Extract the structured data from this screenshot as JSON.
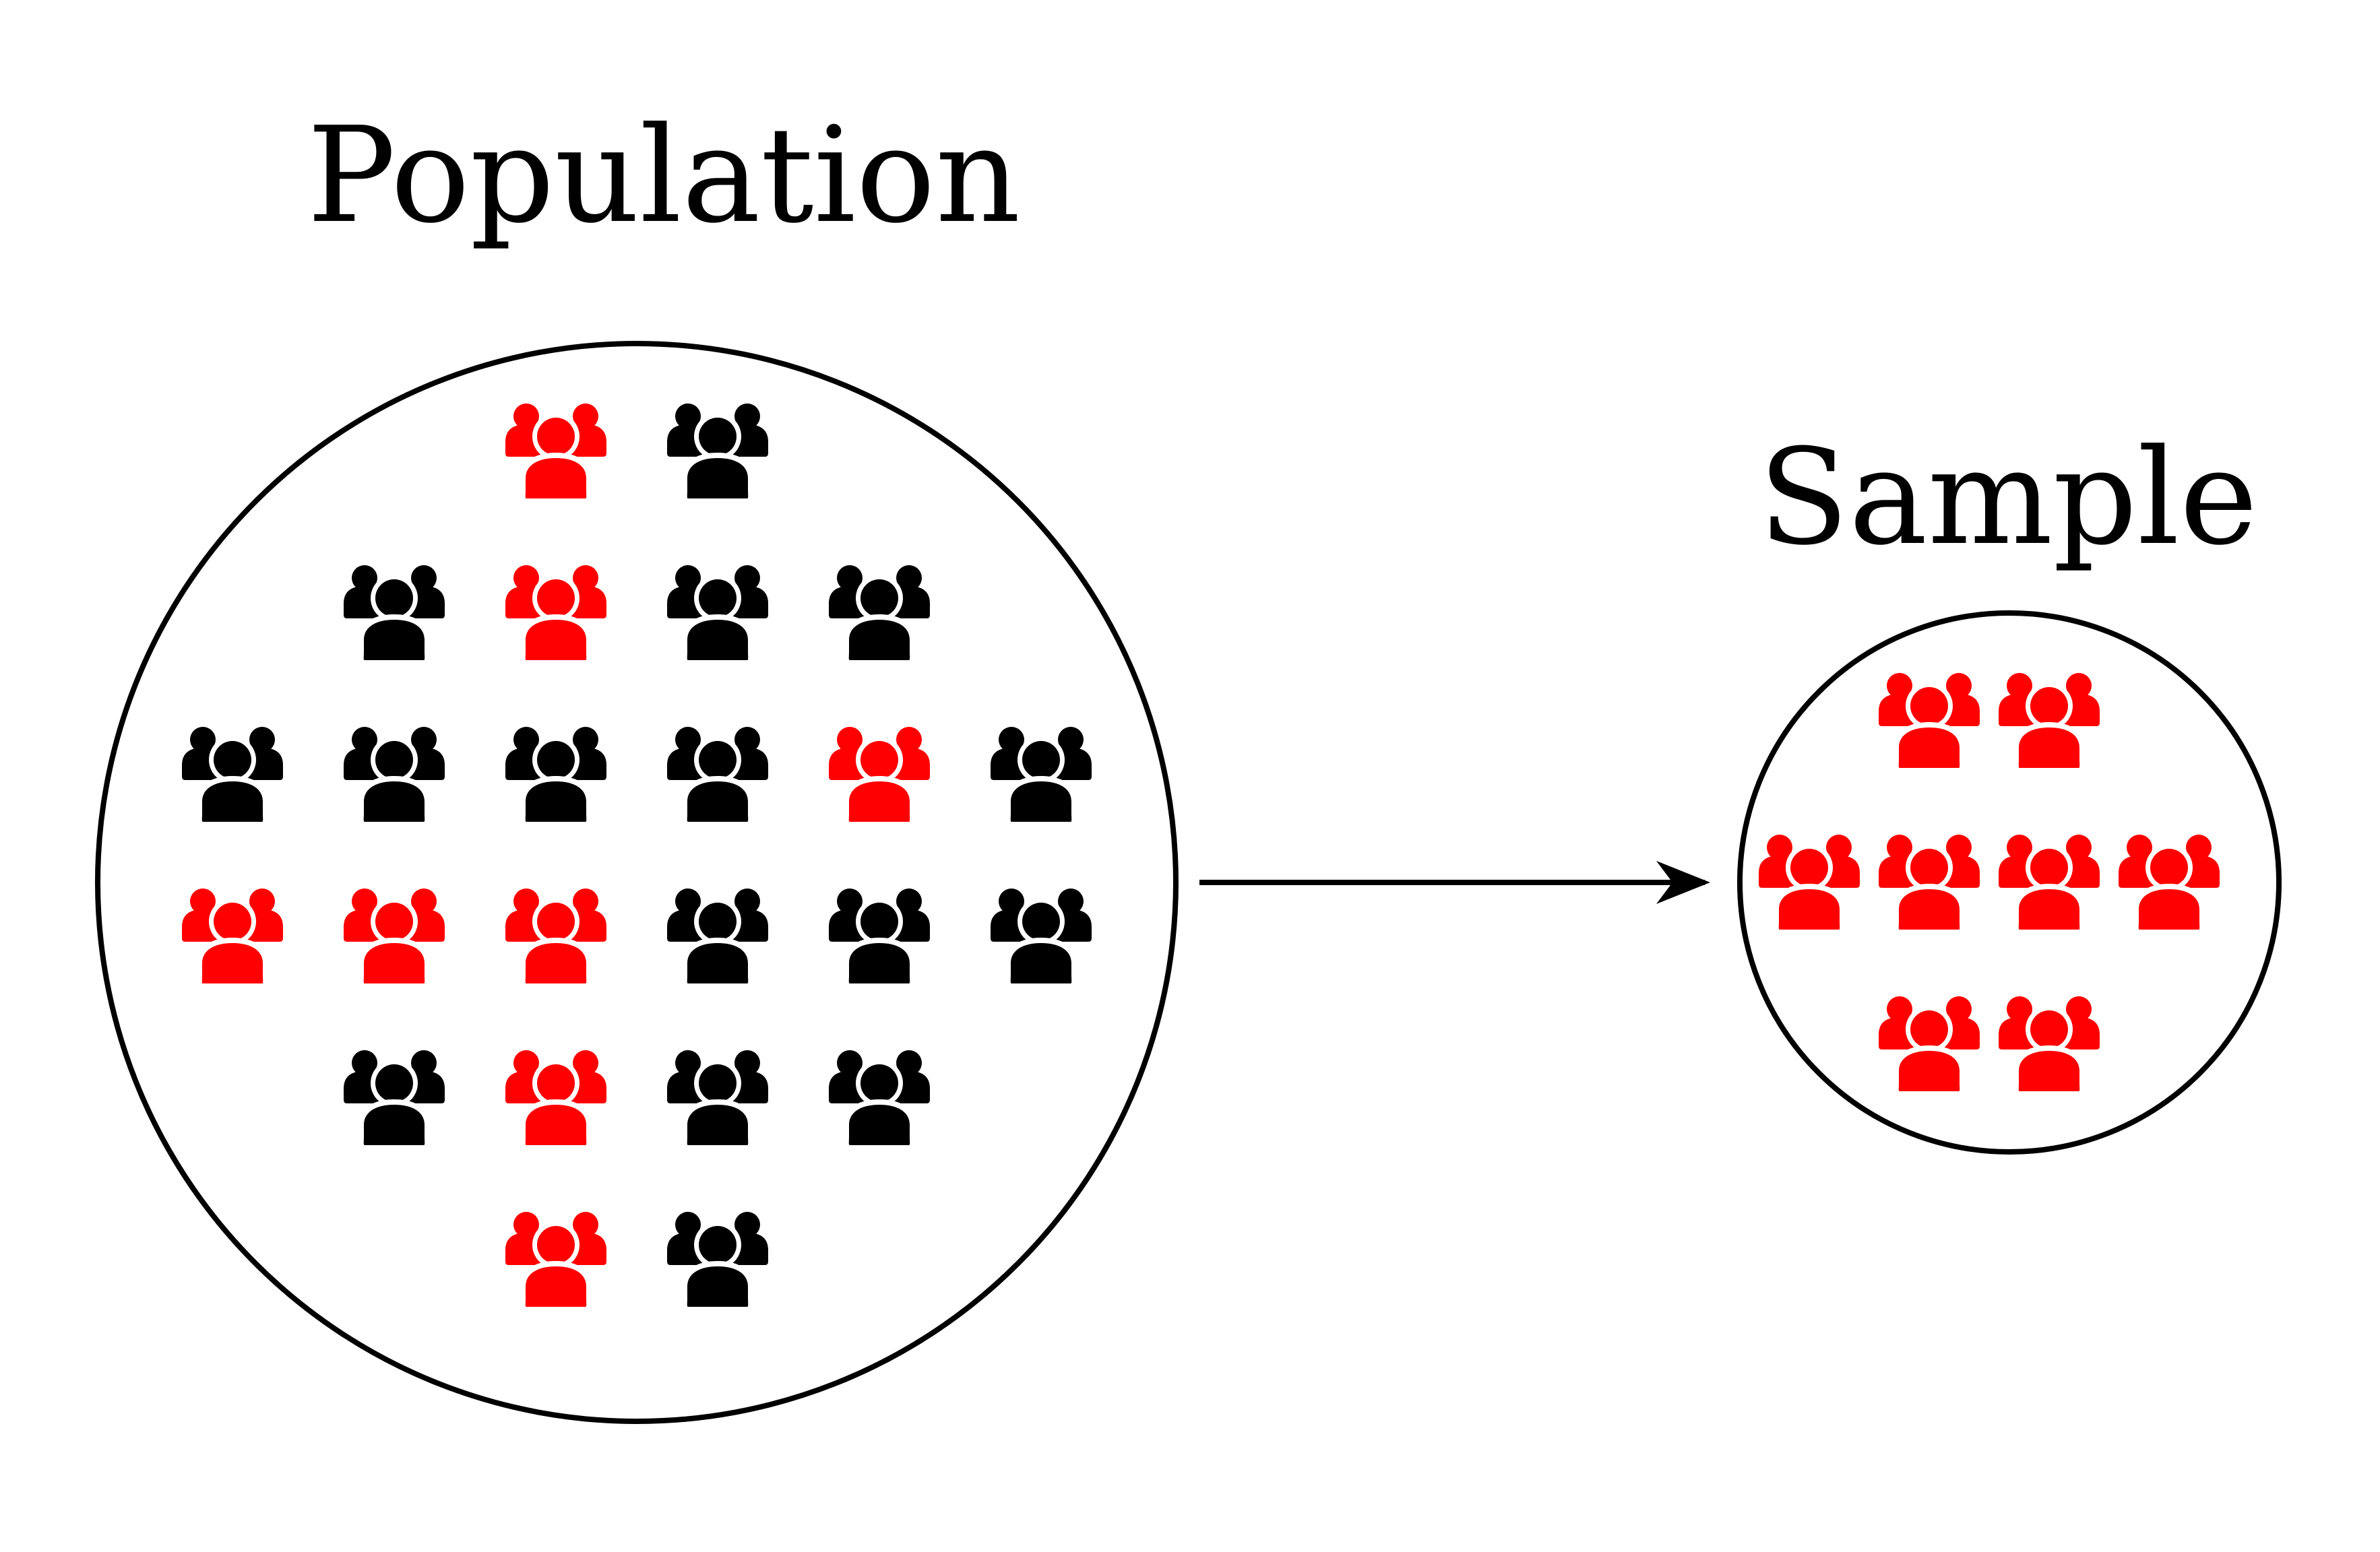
{
  "population": {
    "title": "Population",
    "groups": [
      {
        "row": 1,
        "column": 3,
        "color": "red"
      },
      {
        "row": 1,
        "column": 4,
        "color": "black"
      },
      {
        "row": 2,
        "column": 2,
        "color": "black"
      },
      {
        "row": 2,
        "column": 3,
        "color": "red"
      },
      {
        "row": 2,
        "column": 4,
        "color": "black"
      },
      {
        "row": 2,
        "column": 5,
        "color": "black"
      },
      {
        "row": 3,
        "column": 1,
        "color": "black"
      },
      {
        "row": 3,
        "column": 2,
        "color": "black"
      },
      {
        "row": 3,
        "column": 3,
        "color": "black"
      },
      {
        "row": 3,
        "column": 4,
        "color": "black"
      },
      {
        "row": 3,
        "column": 5,
        "color": "red"
      },
      {
        "row": 3,
        "column": 6,
        "color": "black"
      },
      {
        "row": 4,
        "column": 1,
        "color": "red"
      },
      {
        "row": 4,
        "column": 2,
        "color": "red"
      },
      {
        "row": 4,
        "column": 3,
        "color": "red"
      },
      {
        "row": 4,
        "column": 4,
        "color": "black"
      },
      {
        "row": 4,
        "column": 5,
        "color": "black"
      },
      {
        "row": 4,
        "column": 6,
        "color": "black"
      },
      {
        "row": 5,
        "column": 2,
        "color": "black"
      },
      {
        "row": 5,
        "column": 3,
        "color": "red"
      },
      {
        "row": 5,
        "column": 4,
        "color": "black"
      },
      {
        "row": 5,
        "column": 5,
        "color": "black"
      },
      {
        "row": 6,
        "column": 3,
        "color": "red"
      },
      {
        "row": 6,
        "column": 4,
        "color": "black"
      }
    ]
  },
  "sample": {
    "title": "Sample",
    "groups": [
      {
        "row": 1,
        "column": 2,
        "color": "red"
      },
      {
        "row": 1,
        "column": 3,
        "color": "red"
      },
      {
        "row": 2,
        "column": 1,
        "color": "red"
      },
      {
        "row": 2,
        "column": 2,
        "color": "red"
      },
      {
        "row": 2,
        "column": 3,
        "color": "red"
      },
      {
        "row": 2,
        "column": 4,
        "color": "red"
      },
      {
        "row": 3,
        "column": 2,
        "color": "red"
      },
      {
        "row": 3,
        "column": 3,
        "color": "red"
      }
    ]
  },
  "icon": "people-group-icon",
  "colors": {
    "red": "#ff0000",
    "black": "#000000",
    "outline": "#000000",
    "background": "#ffffff"
  }
}
